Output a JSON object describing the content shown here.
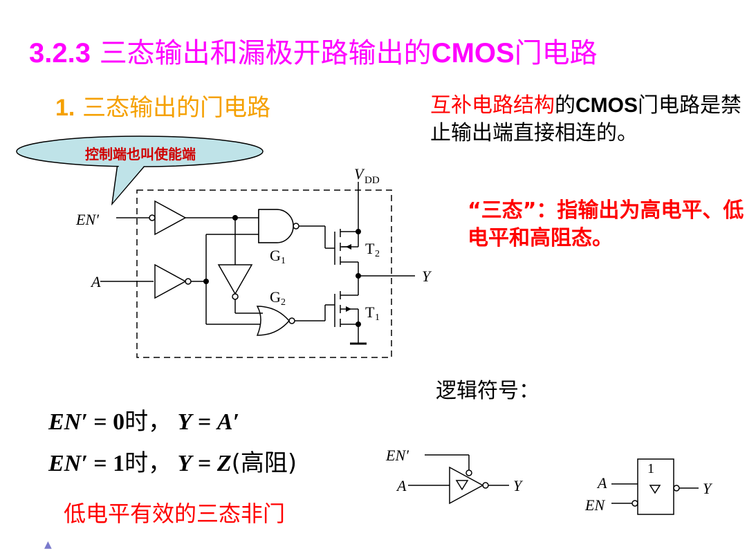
{
  "slide": {
    "title_code": "3.2.3",
    "title_cn": "三态输出和漏极开路输出的",
    "title_cmos": "CMOS",
    "title_tail": "门电路",
    "subtitle_num": "1.",
    "subtitle_text": "三态输出的门电路",
    "bubble_text": "控制端也叫使能端",
    "note1_red": "互补电路结构",
    "note1_mid": "的",
    "note1_cmos": "CMOS",
    "note1_tail": "门电路是禁止输出端直接相连的。",
    "note2": "“三态”：指输出为高电平、低电平和高阻态。",
    "logic_label": "逻辑符号：",
    "eq1": {
      "lhs": "EN′",
      "eq": " = 0",
      "cn": "时，",
      "rhs_var": "Y",
      "rhs": " = ",
      "rhs_val": "A′"
    },
    "eq2": {
      "lhs": "EN′",
      "eq": " = 1",
      "cn": "时，",
      "rhs_var": "Y",
      "rhs": " = ",
      "rhs_val": "Z",
      "tail": "(高阻)"
    },
    "bottom_note": "低电平有效的三态非门"
  },
  "circuit": {
    "vdd": "V",
    "vdd_sub": "DD",
    "en_label": "EN′",
    "a_label": "A",
    "y_label": "Y",
    "g1": "G",
    "g1_sub": "1",
    "g2": "G",
    "g2_sub": "2",
    "t2": "T",
    "t2_sub": "2",
    "t1": "T",
    "t1_sub": "1"
  },
  "symbols": {
    "s1_en": "EN′",
    "s1_a": "A",
    "s1_y": "Y",
    "s2_one": "1",
    "s2_a": "A",
    "s2_en": "EN",
    "s2_y": "Y"
  },
  "colors": {
    "title": "#ff00ff",
    "subtitle": "#f5a000",
    "accent_red": "#ff0000",
    "bubble_fill": "#bfe3e8"
  }
}
